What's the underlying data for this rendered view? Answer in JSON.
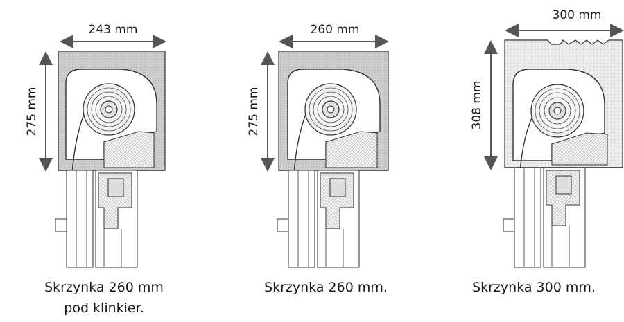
{
  "panels": [
    {
      "width_label": "243 mm",
      "height_label": "275 mm",
      "caption_line1": "Skrzynka 260 mm",
      "caption_line2": "pod klinkier."
    },
    {
      "width_label": "260 mm",
      "height_label": "275 mm",
      "caption_line1": "Skrzynka 260 mm.",
      "caption_line2": ""
    },
    {
      "width_label": "300 mm",
      "height_label": "308 mm",
      "caption_line1": "Skrzynka 300 mm.",
      "caption_line2": ""
    }
  ],
  "colors": {
    "insulation_fill": "#cfcfcf",
    "insulation_light": "#e6e6e6",
    "line": "#333333",
    "arrow": "#555555"
  }
}
